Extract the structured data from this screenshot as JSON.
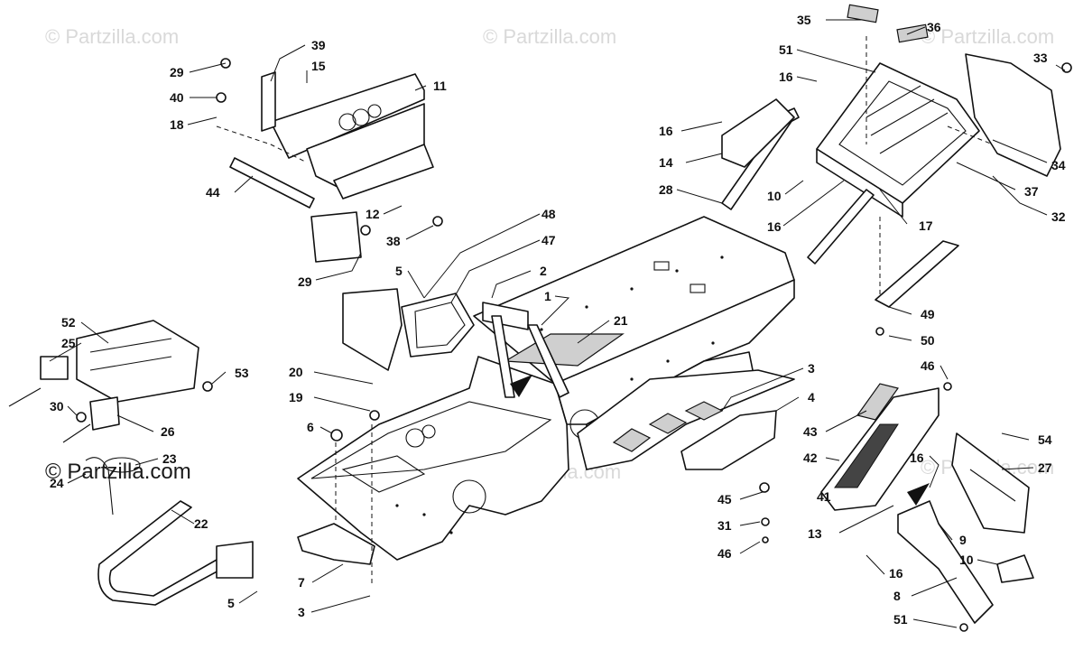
{
  "watermark": {
    "text": "© Partzilla.com",
    "primary_text": "© Partzilla.com"
  },
  "callouts": [
    {
      "id": "c35",
      "text": "35"
    },
    {
      "id": "c36",
      "text": "36"
    },
    {
      "id": "c51a",
      "text": "51"
    },
    {
      "id": "c33",
      "text": "33"
    },
    {
      "id": "c16a",
      "text": "16"
    },
    {
      "id": "c16b",
      "text": "16"
    },
    {
      "id": "c14",
      "text": "14"
    },
    {
      "id": "c34",
      "text": "34"
    },
    {
      "id": "c28",
      "text": "28"
    },
    {
      "id": "c10a",
      "text": "10"
    },
    {
      "id": "c16c",
      "text": "16"
    },
    {
      "id": "c17",
      "text": "17"
    },
    {
      "id": "c37",
      "text": "37"
    },
    {
      "id": "c32",
      "text": "32"
    },
    {
      "id": "c39",
      "text": "39"
    },
    {
      "id": "c29a",
      "text": "29"
    },
    {
      "id": "c15",
      "text": "15"
    },
    {
      "id": "c40",
      "text": "40"
    },
    {
      "id": "c11",
      "text": "11"
    },
    {
      "id": "c18",
      "text": "18"
    },
    {
      "id": "c44",
      "text": "44"
    },
    {
      "id": "c12",
      "text": "12"
    },
    {
      "id": "c38",
      "text": "38"
    },
    {
      "id": "c29b",
      "text": "29"
    },
    {
      "id": "c48",
      "text": "48"
    },
    {
      "id": "c47",
      "text": "47"
    },
    {
      "id": "c5a",
      "text": "5"
    },
    {
      "id": "c2",
      "text": "2"
    },
    {
      "id": "c1",
      "text": "1"
    },
    {
      "id": "c21",
      "text": "21"
    },
    {
      "id": "c49",
      "text": "49"
    },
    {
      "id": "c50",
      "text": "50"
    },
    {
      "id": "c52",
      "text": "52"
    },
    {
      "id": "c25",
      "text": "25"
    },
    {
      "id": "c53",
      "text": "53"
    },
    {
      "id": "c30",
      "text": "30"
    },
    {
      "id": "c26",
      "text": "26"
    },
    {
      "id": "c23",
      "text": "23"
    },
    {
      "id": "c24",
      "text": "24"
    },
    {
      "id": "c22",
      "text": "22"
    },
    {
      "id": "c5b",
      "text": "5"
    },
    {
      "id": "c20",
      "text": "20"
    },
    {
      "id": "c19",
      "text": "19"
    },
    {
      "id": "c6",
      "text": "6"
    },
    {
      "id": "c7",
      "text": "7"
    },
    {
      "id": "c3a",
      "text": "3"
    },
    {
      "id": "c3b",
      "text": "3"
    },
    {
      "id": "c4",
      "text": "4"
    },
    {
      "id": "c46a",
      "text": "46"
    },
    {
      "id": "c43",
      "text": "43"
    },
    {
      "id": "c54",
      "text": "54"
    },
    {
      "id": "c42",
      "text": "42"
    },
    {
      "id": "c16d",
      "text": "16"
    },
    {
      "id": "c27",
      "text": "27"
    },
    {
      "id": "c45",
      "text": "45"
    },
    {
      "id": "c41",
      "text": "41"
    },
    {
      "id": "c31",
      "text": "31"
    },
    {
      "id": "c13",
      "text": "13"
    },
    {
      "id": "c9",
      "text": "9"
    },
    {
      "id": "c46b",
      "text": "46"
    },
    {
      "id": "c10b",
      "text": "10"
    },
    {
      "id": "c16e",
      "text": "16"
    },
    {
      "id": "c8",
      "text": "8"
    },
    {
      "id": "c51b",
      "text": "51"
    }
  ]
}
